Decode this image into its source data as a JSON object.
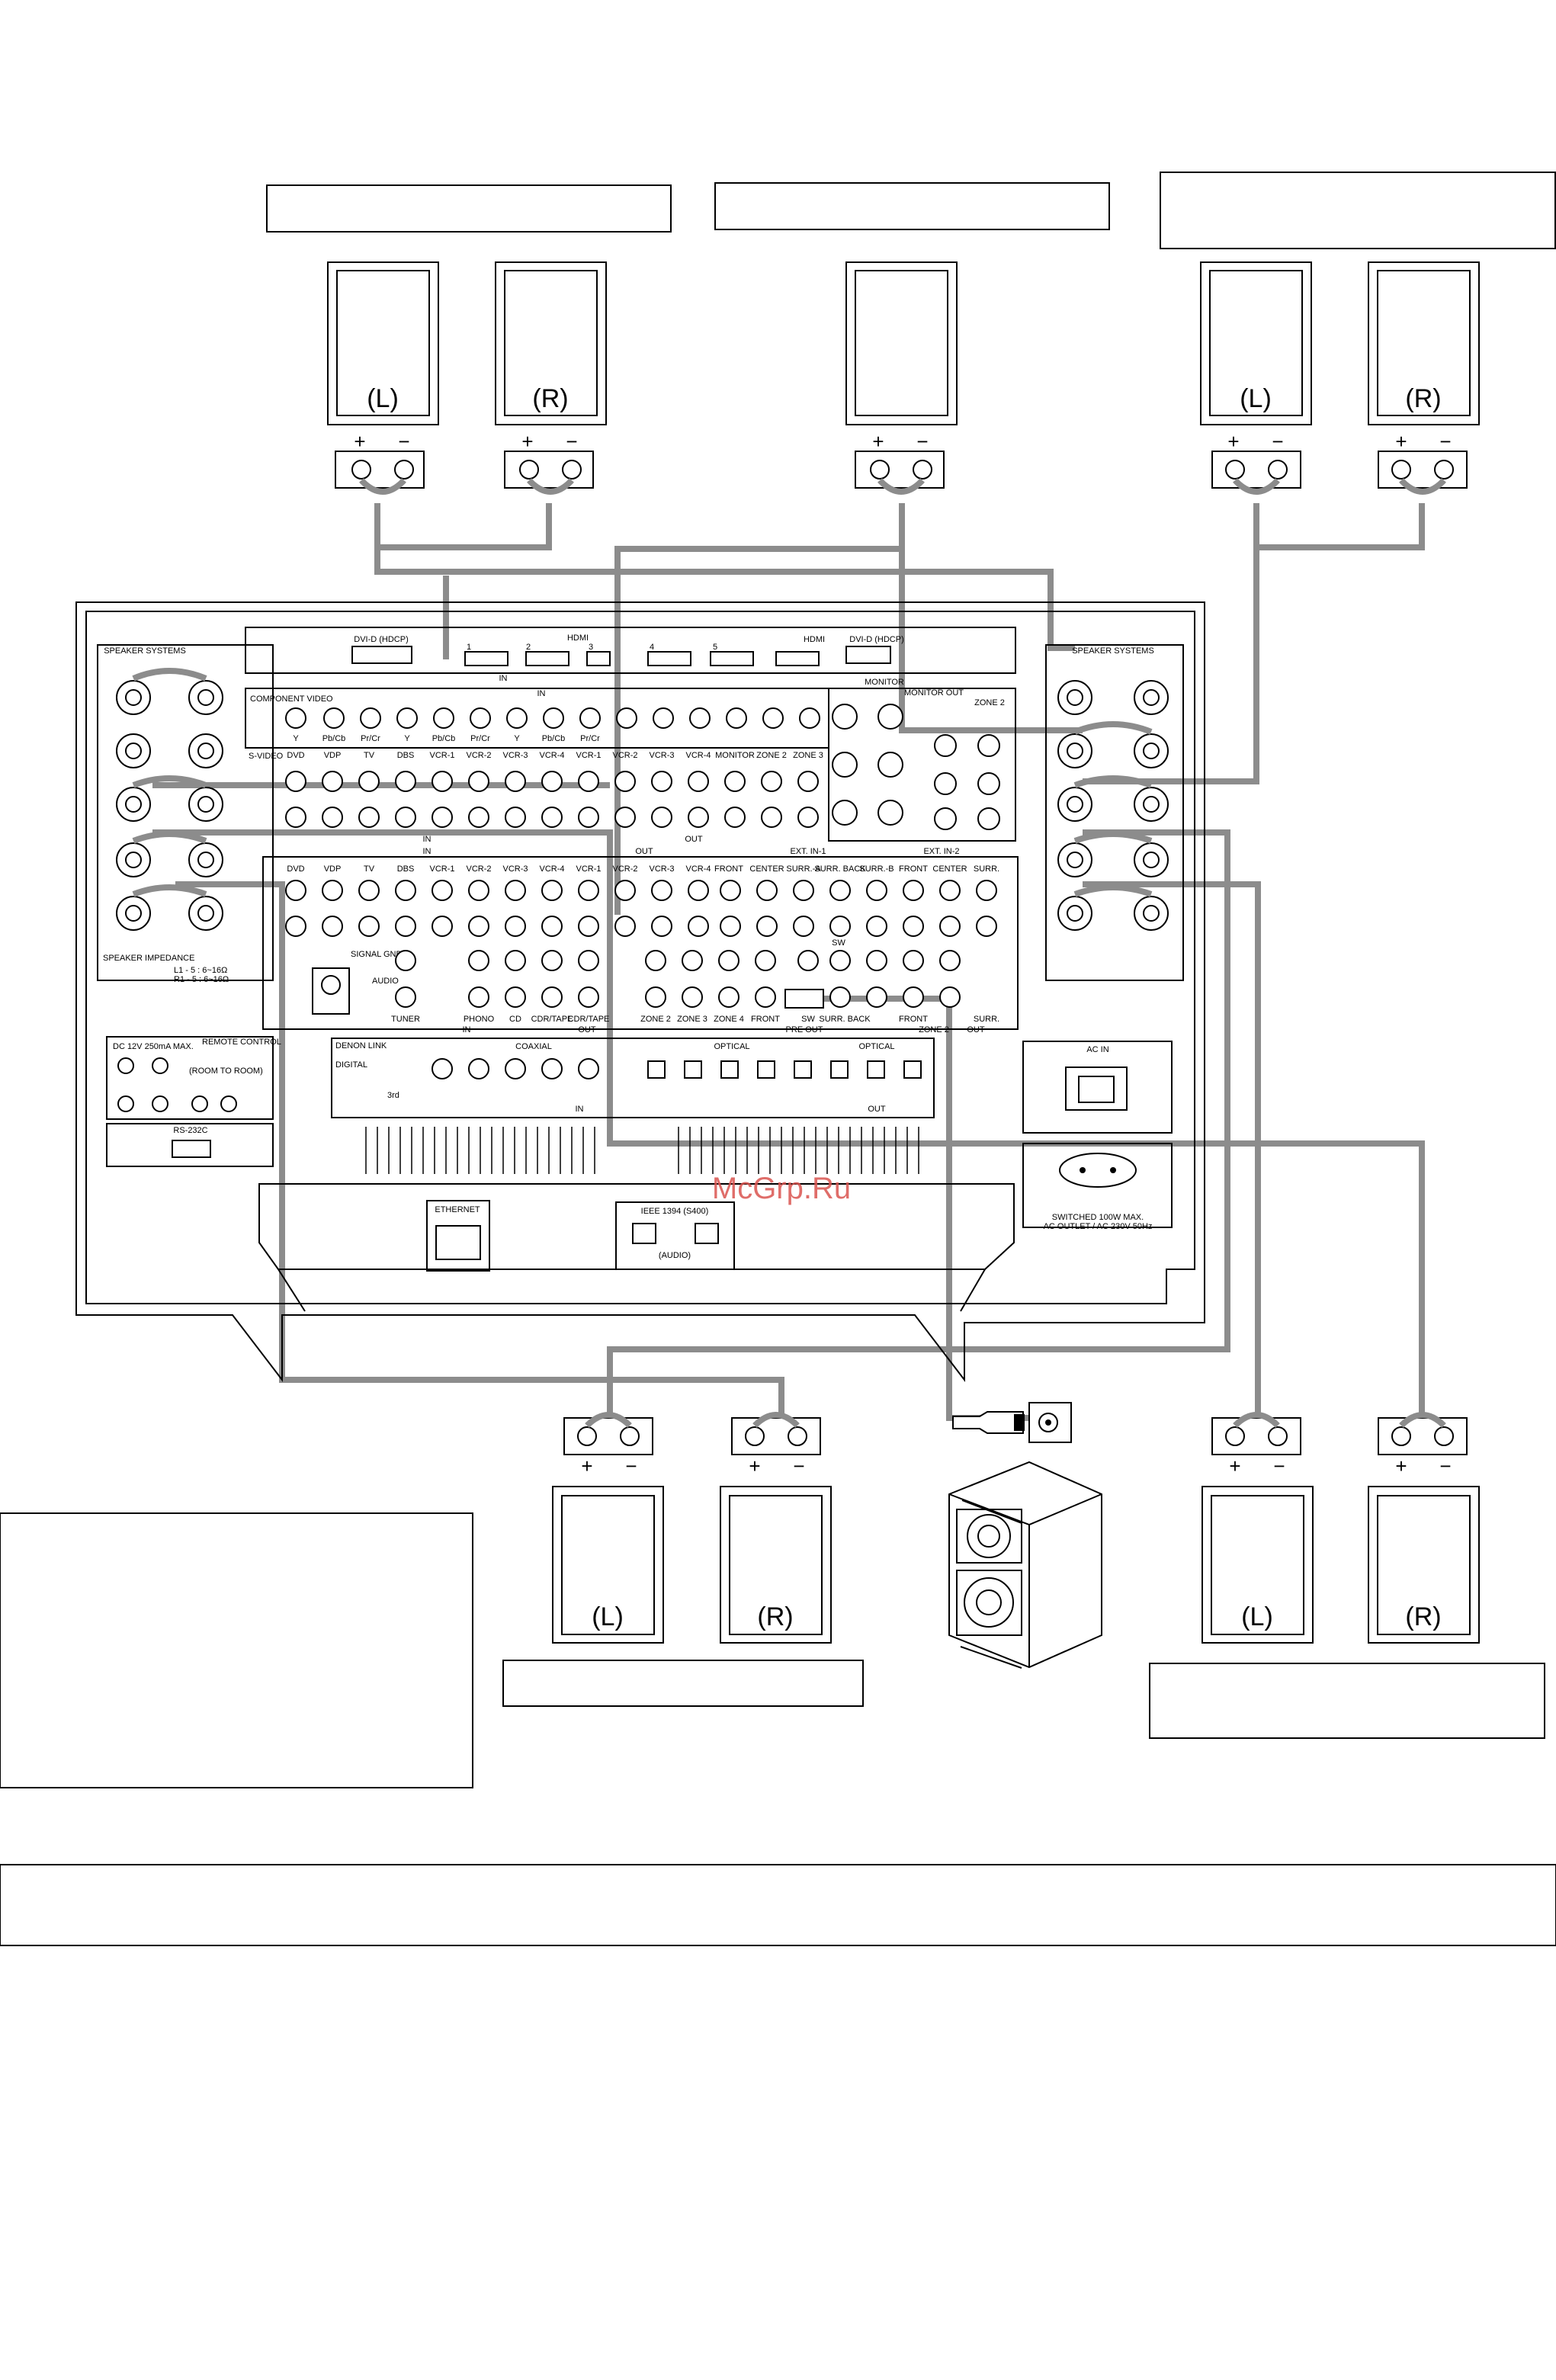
{
  "speaker_labels": {
    "left": "(L)",
    "right": "(R)"
  },
  "terminal_signs": {
    "plus": "+",
    "minus": "−"
  },
  "receiver": {
    "speaker_systems": "SPEAKER SYSTEMS",
    "speaker_impedance": "SPEAKER IMPEDANCE",
    "impedance_l": "L1 - 5 : 6~16Ω",
    "impedance_r": "R1 - 5 : 6~16Ω",
    "dvi_d": "DVI-D (HDCP)",
    "hdmi": "HDMI",
    "hdmi_in": "IN",
    "hdmi_inputs": [
      "1",
      "2",
      "3",
      "4",
      "5"
    ],
    "monitor": "MONITOR",
    "monitor_out": "MONITOR OUT",
    "zone2": "ZONE 2",
    "component_video": "COMPONENT VIDEO",
    "component_in": "IN",
    "component_sub": [
      "Y",
      "Pb/Cb",
      "Pr/Cr"
    ],
    "video_sources": [
      "DVD",
      "VDP",
      "TV",
      "DBS",
      "VCR-1",
      "VCR-2",
      "VCR-3",
      "VCR-4",
      "VCR-1",
      "VCR-2",
      "VCR-3",
      "VCR-4",
      "MONITOR",
      "ZONE 2",
      "ZONE 3"
    ],
    "video_in": "IN",
    "video_out": "OUT",
    "s_video": "S-VIDEO",
    "ext_in_1": "EXT. IN-1",
    "ext_in_2": "EXT. IN-2",
    "ext_in_1_labels": [
      "FRONT",
      "CENTER",
      "SURR.-A",
      "SURR. BACK",
      "SURR.-B"
    ],
    "ext_in_2_labels": [
      "FRONT",
      "CENTER",
      "SURR."
    ],
    "audio_sources": [
      "DVD",
      "VDP",
      "TV",
      "DBS",
      "VCR-1",
      "VCR-2",
      "VCR-3",
      "VCR-4",
      "VCR-1",
      "VCR-2",
      "VCR-3",
      "VCR-4"
    ],
    "signal_gnd": "SIGNAL GND",
    "audio": "AUDIO",
    "phono_row": [
      "TUNER",
      "PHONO",
      "CD",
      "CDR/TAPE",
      "CDR/TAPE",
      "ZONE 2",
      "ZONE 3",
      "ZONE 4",
      "FRONT",
      "SW",
      "SURR. BACK",
      "FRONT",
      "SURR."
    ],
    "pre_out": "PRE OUT",
    "sw": "SW",
    "zone2_out": "ZONE 2",
    "audio_in": "IN",
    "audio_out": "OUT",
    "denon_link": "DENON LINK",
    "third": "3rd",
    "digital": "DIGITAL",
    "coaxial": "COAXIAL",
    "optical": "OPTICAL",
    "optical_out": "OPTICAL",
    "digital_in": "IN",
    "digital_out": "OUT",
    "dc_trigger": "DC 12V 250mA MAX.",
    "remote_control": "REMOTE CONTROL",
    "room_to_room": "(ROOM TO ROOM)",
    "rs232c": "RS-232C",
    "ac_in": "AC IN",
    "switched": "SWITCHED 100W MAX.",
    "ac_outlet": "AC OUTLET / AC 230V 50Hz",
    "ethernet": "ETHERNET",
    "ieee1394": "IEEE 1394 (S400)",
    "ieee_audio": "(AUDIO)"
  },
  "watermark": "McGrp.Ru",
  "colors": {
    "wire": "#8c8c8c",
    "line": "#000000",
    "watermark": "#d9534f"
  }
}
